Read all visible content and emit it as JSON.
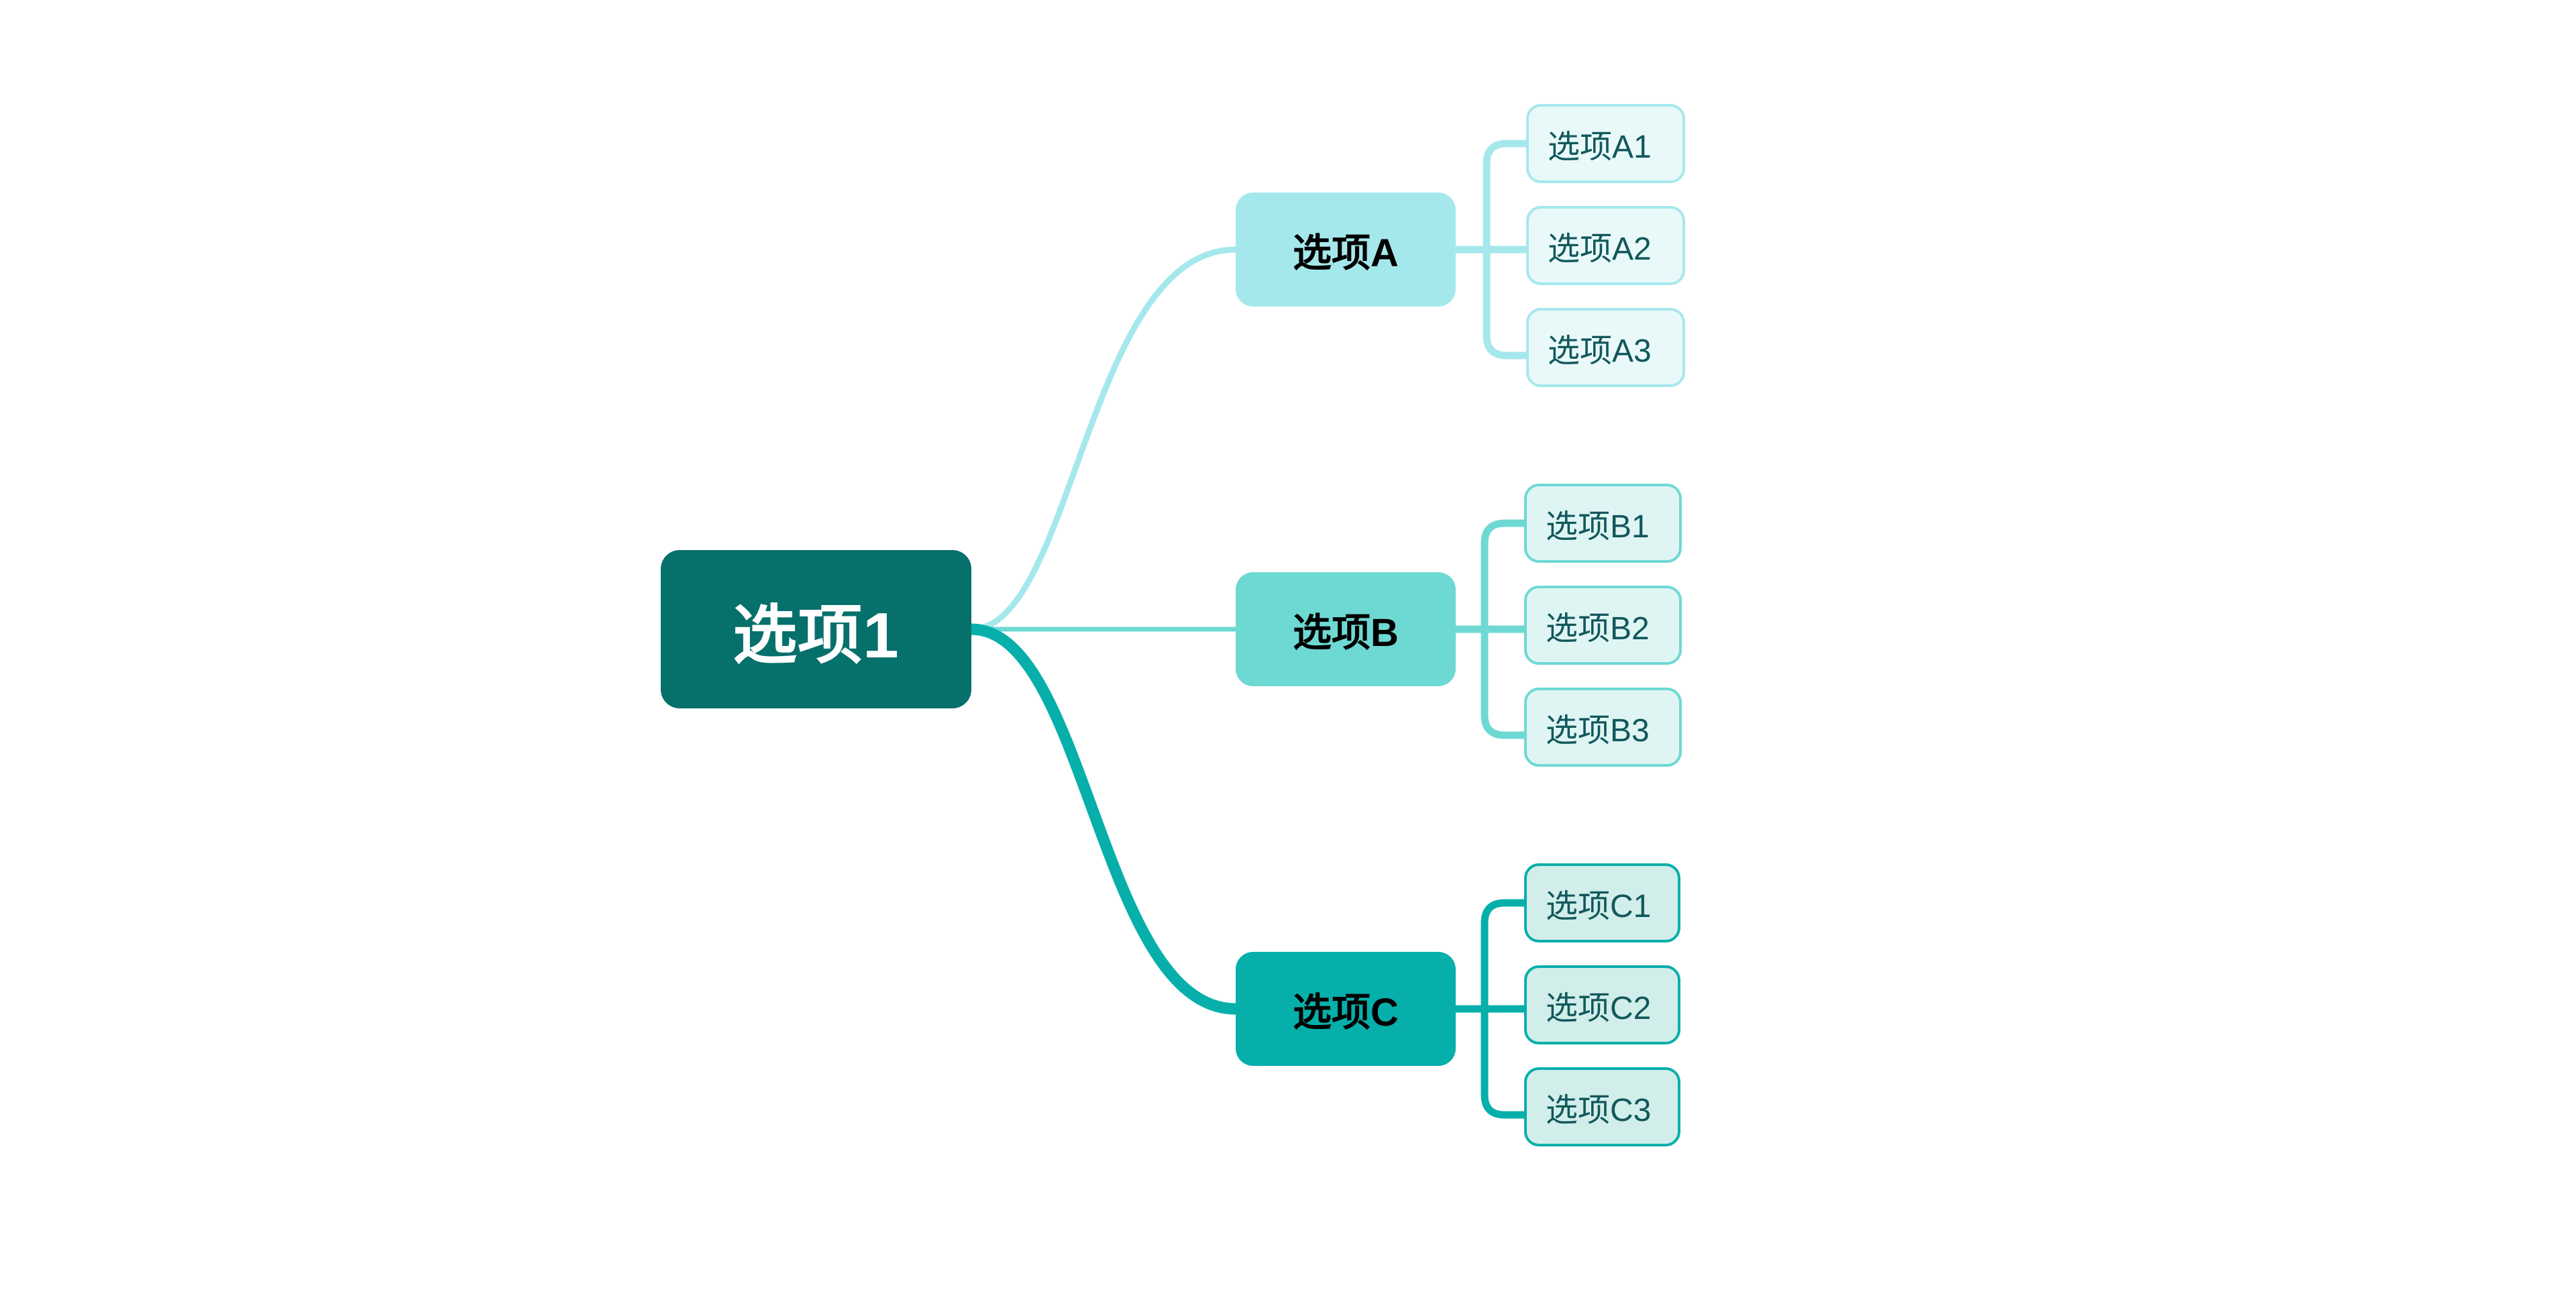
{
  "diagram": {
    "type": "mindmap",
    "background_color": "#FFFFFF",
    "root": {
      "label": "选项1",
      "fill": "#06706B",
      "text_color": "#FFFFFF"
    },
    "branches": [
      {
        "id": "a",
        "label": "选项A",
        "fill": "#A5E8EC",
        "text_color": "#000000",
        "edge_color": "#A5E8EC",
        "leaf_fill": "#E9F9F9",
        "leaf_border": "#A5E8EC",
        "leaf_text_color": "#12585C",
        "children": [
          {
            "label": "选项A1"
          },
          {
            "label": "选项A2"
          },
          {
            "label": "选项A3"
          }
        ]
      },
      {
        "id": "b",
        "label": "选项B",
        "fill": "#6ED9D3",
        "text_color": "#000000",
        "edge_color": "#6ED9D3",
        "leaf_fill": "#DFF5F4",
        "leaf_border": "#6ED9D3",
        "leaf_text_color": "#12585C",
        "children": [
          {
            "label": "选项B1"
          },
          {
            "label": "选项B2"
          },
          {
            "label": "选项B3"
          }
        ]
      },
      {
        "id": "c",
        "label": "选项C",
        "fill": "#07AFAB",
        "text_color": "#000000",
        "edge_color": "#07AFAB",
        "leaf_fill": "#D2EEEA",
        "leaf_border": "#07AFAB",
        "leaf_text_color": "#12585C",
        "children": [
          {
            "label": "选项C1"
          },
          {
            "label": "选项C2"
          },
          {
            "label": "选项C3"
          }
        ]
      }
    ]
  }
}
